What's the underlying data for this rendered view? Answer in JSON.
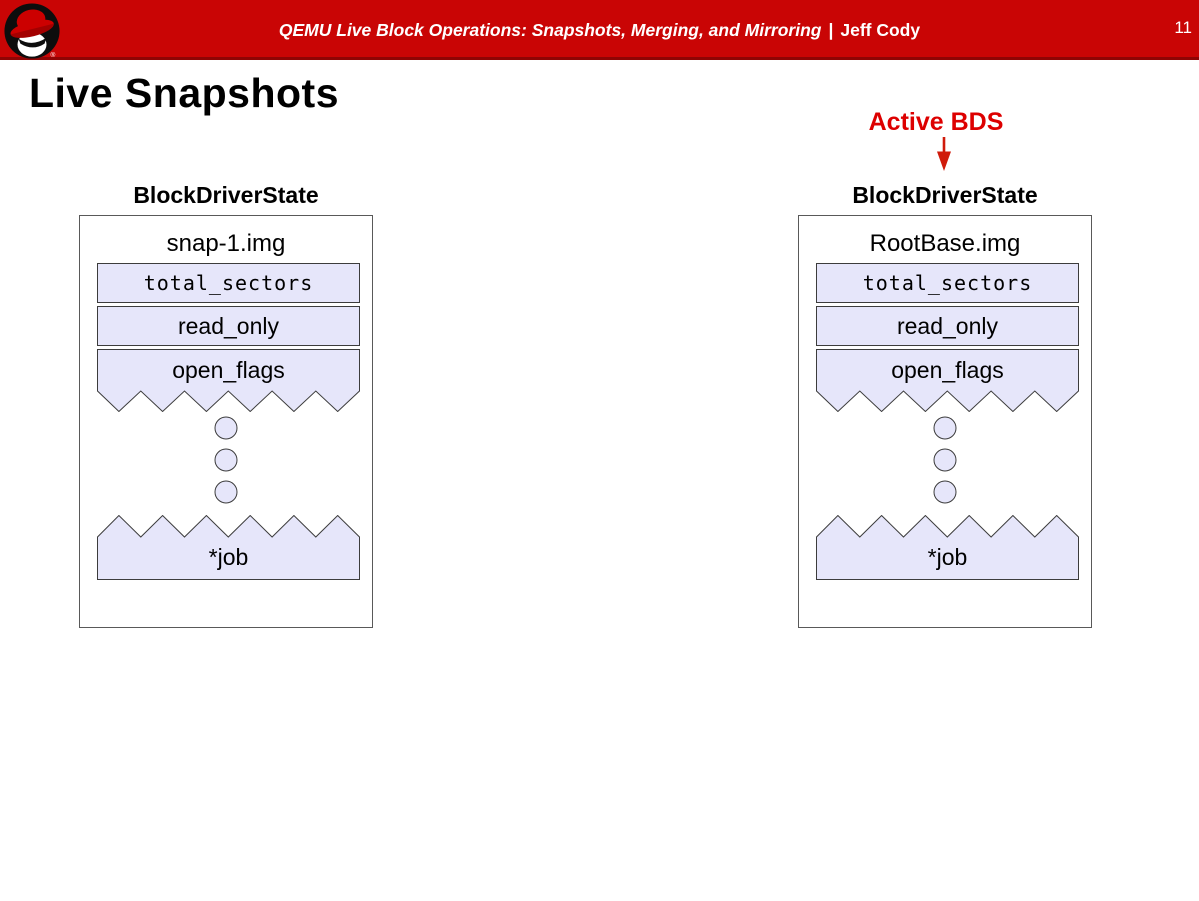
{
  "header": {
    "title": "QEMU Live Block Operations: Snapshots, Merging, and Mirroring",
    "separator": "|",
    "author": "Jeff Cody",
    "page_number": "11"
  },
  "slide": {
    "title": "Live Snapshots"
  },
  "annotation": {
    "label": "Active BDS"
  },
  "colors": {
    "header_red": "#c90505",
    "annotation_red": "#dd0000",
    "field_fill": "#e6e6fa",
    "field_border": "#3c3c3c",
    "box_border": "#595959"
  },
  "icons": {
    "logo": "redhat-shadowman-logo",
    "arrow": "down-arrow-icon"
  },
  "diagrams": {
    "left": {
      "label": "BlockDriverState",
      "image_name": "snap-1.img",
      "fields": [
        "total_sectors",
        "read_only",
        "open_flags"
      ],
      "ellipsis_circles": 3,
      "job_field": "*job"
    },
    "right": {
      "label": "BlockDriverState",
      "image_name": "RootBase.img",
      "fields": [
        "total_sectors",
        "read_only",
        "open_flags"
      ],
      "ellipsis_circles": 3,
      "job_field": "*job"
    }
  }
}
